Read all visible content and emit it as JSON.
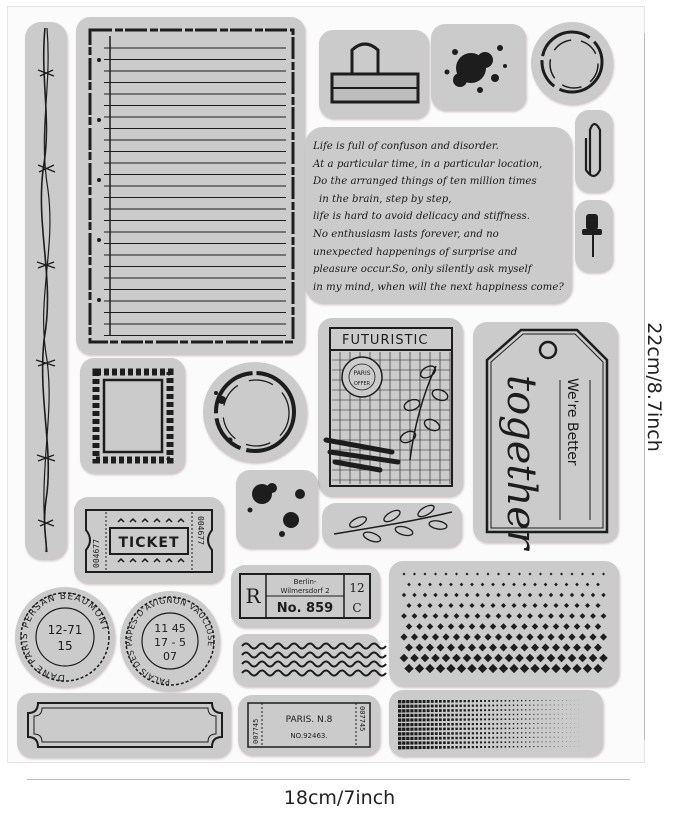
{
  "product": {
    "height_label": "22cm/8.7inch",
    "width_label": "18cm/7inch"
  },
  "poem": {
    "lines": [
      "Life is full of confuson and disorder.",
      "At a particular time, in a particular location,",
      "Do the arranged things of ten million times",
      "in the brain, step by step,",
      "life is hard to avoid delicacy and stiffness.",
      "No enthusiasm lasts forever, and no",
      "unexpected happenings of surprise and",
      "pleasure occur.So, only silently ask myself",
      "in my mind, when will the next happiness come?"
    ]
  },
  "futuristic_card": {
    "title": "FUTURISTIC",
    "seal_text": "PARIS",
    "seal_sub": "OFFER"
  },
  "tag": {
    "script_text": "together",
    "print_text": "We're Better"
  },
  "ticket": {
    "label": "TICKET",
    "number_left": "004677",
    "number_right": "004677"
  },
  "berlin_ticket": {
    "letter": "R",
    "place_line1": "Berlin-",
    "place_line2": "Wilmersdorf 2",
    "number": "No. 859",
    "price_top": "12",
    "price_bottom": "C"
  },
  "paris_ticket": {
    "side_left": "007745",
    "side_right": "007745",
    "title": "PARIS. N.8",
    "number": "NO.92463."
  },
  "postmark_left": {
    "ring_text": "DANE PARIS PERSAN BEAUMONT",
    "line1": "12-71",
    "line2": "15"
  },
  "postmark_right": {
    "ring_text": "PALAIS DES PAPES-D'AVIGNON VAUCLUSE",
    "line1": "11 45",
    "line2": "17 - 5",
    "line3": "07"
  },
  "icons": [
    "binder-clip-icon",
    "paint-splatter-icon",
    "coffee-ring-icon",
    "paperclip-icon",
    "push-pin-icon",
    "leaf-branch-icon"
  ],
  "colors": {
    "stamp_fill": "#cbcbcb",
    "ink": "#1d1d1d",
    "shadow": "#b98888",
    "sheet": "#fbfbfb"
  }
}
